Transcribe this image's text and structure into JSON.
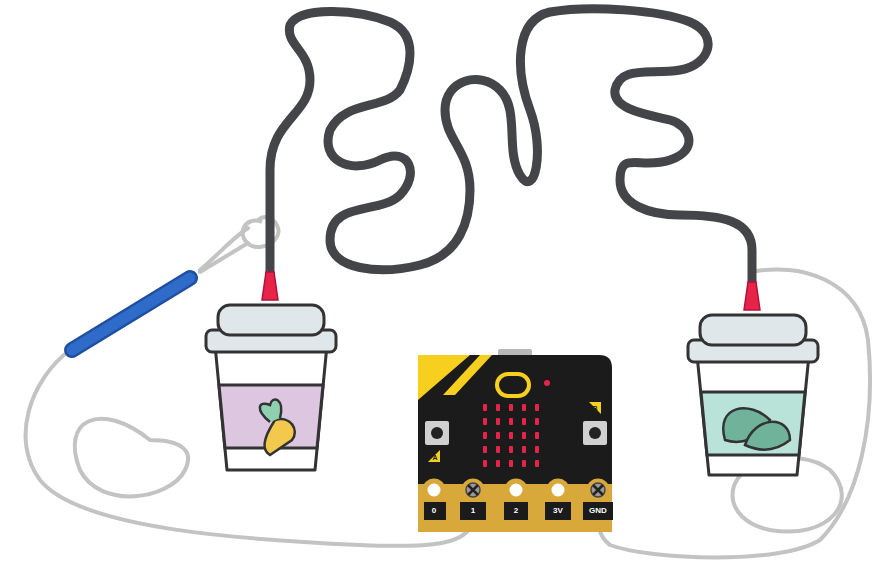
{
  "diagram": {
    "labels": [
      "B",
      "A",
      "0",
      "1",
      "2",
      "3V",
      "GND"
    ]
  }
}
